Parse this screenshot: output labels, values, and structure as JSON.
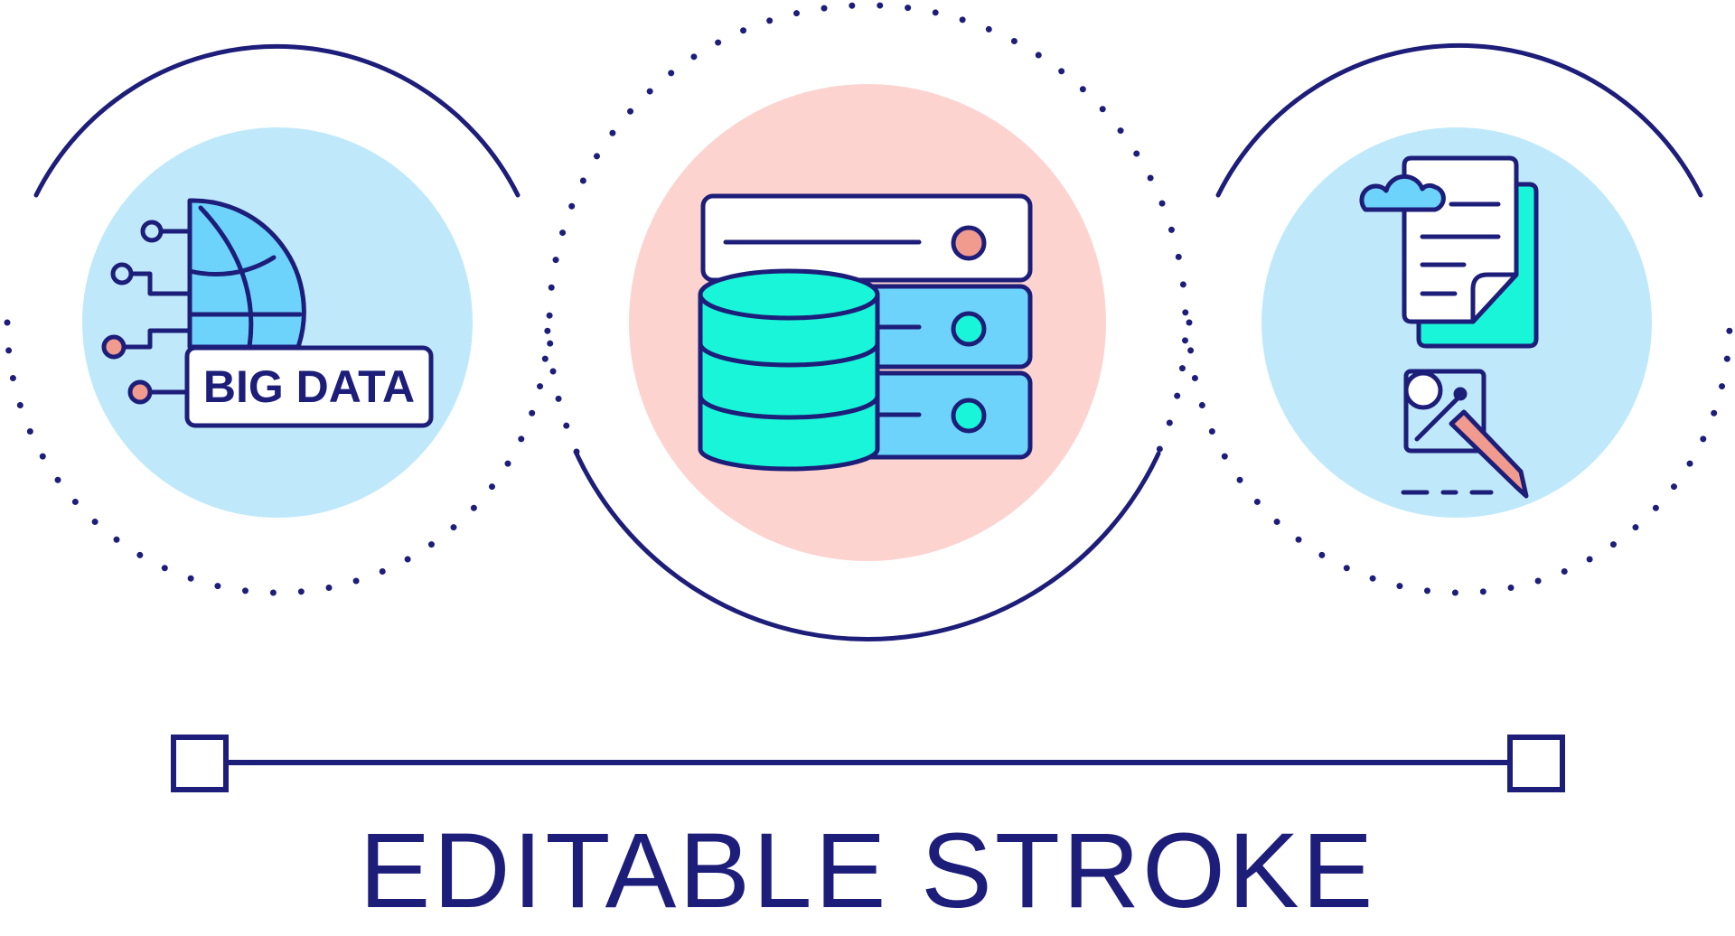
{
  "left_icon": {
    "name": "big-data-globe",
    "label": "BIG DATA"
  },
  "center_icon": {
    "name": "database-server-stack"
  },
  "right_icon": {
    "name": "cloud-documents-and-inspection"
  },
  "slider": {
    "name": "editable-stroke-slider"
  },
  "caption": "EDITABLE STROKE",
  "colors": {
    "stroke": "#1d1d7a",
    "light_blue": "#bfe9fa",
    "pink": "#fdd3cf",
    "cyan": "#6dd3fb",
    "teal": "#19f5d8",
    "coral": "#f19a8e"
  }
}
